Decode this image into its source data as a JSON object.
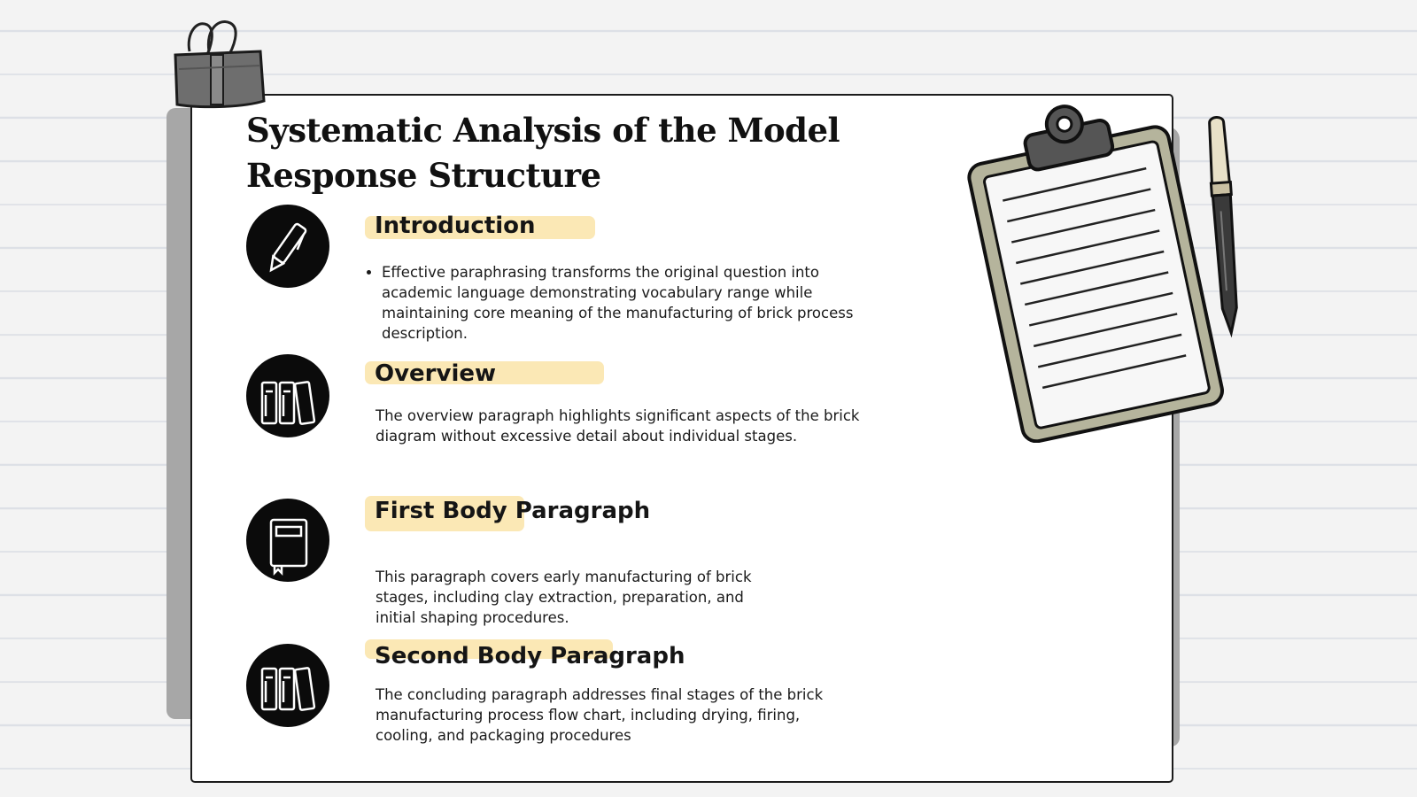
{
  "page": {
    "title": "Systematic Analysis of the Model Response Structure"
  },
  "sections": [
    {
      "heading": "Introduction",
      "icon": "pen-icon",
      "bullets": [
        "Effective paraphrasing transforms the original question into academic language demonstrating vocabulary range while maintaining core meaning of the manufacturing of brick process description."
      ]
    },
    {
      "heading": "Overview",
      "icon": "binders-icon",
      "text": "The overview paragraph highlights significant aspects of the brick diagram without excessive detail about individual stages."
    },
    {
      "heading": "First Body Paragraph",
      "icon": "notebook-icon",
      "text": "This paragraph covers early manufacturing of brick stages, including clay extraction, preparation, and initial shaping procedures."
    },
    {
      "heading": "Second Body Paragraph",
      "icon": "binders-icon",
      "text": "The concluding paragraph addresses final stages of the brick manufacturing process flow chart, including drying, firing, cooling, and packaging procedures"
    }
  ],
  "colors": {
    "highlight": "#fbe6ad",
    "icon_bg": "#0b0b0b",
    "shadow": "#a7a7a7",
    "clipboard": "#b5b49c"
  }
}
